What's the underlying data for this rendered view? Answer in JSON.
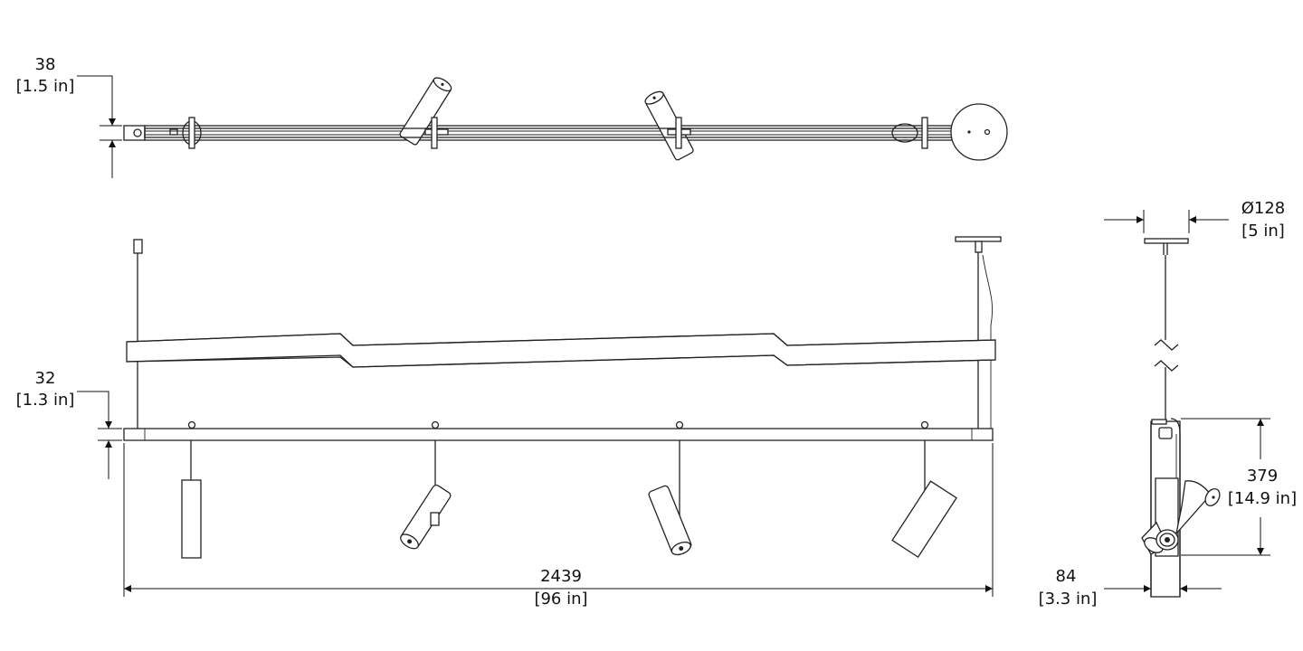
{
  "dimensions": {
    "top_height": {
      "value": "38",
      "imperial": "[1.5 in]"
    },
    "rail_height": {
      "value": "32",
      "imperial": "[1.3 in]"
    },
    "length": {
      "value": "2439",
      "imperial": "[96 in]"
    },
    "canopy_diameter": {
      "value": "Ø128",
      "imperial": "[5 in]"
    },
    "fixture_drop": {
      "value": "379",
      "imperial": "[14.9 in]"
    },
    "depth": {
      "value": "84",
      "imperial": "[3.3 in]"
    }
  },
  "colors": {
    "line": "#222222",
    "background": "#ffffff"
  }
}
